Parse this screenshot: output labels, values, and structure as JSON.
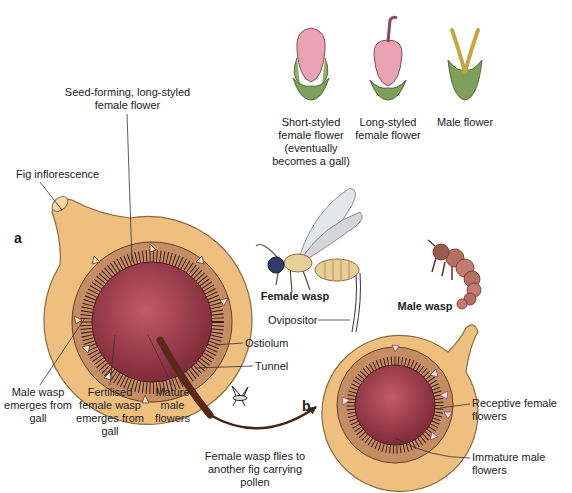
{
  "diagram": {
    "labels": [
      "Short-styled female flower (eventually becomes a gall)",
      "Long-styled female flower",
      "Male flower",
      "Seed-forming, long-styled female flower",
      "Fig inflorescence",
      "a",
      "Female wasp",
      "Male wasp",
      "Ovipositor",
      "Ostiolum",
      "Tunnel",
      "Male wasp emerges from gall",
      "Fertilised female wasp emerges from gall",
      "Mature male flowers",
      "b",
      "Receptive female flowers",
      "Immature male flowers",
      "Female wasp flies to another fig carrying pollen"
    ]
  }
}
